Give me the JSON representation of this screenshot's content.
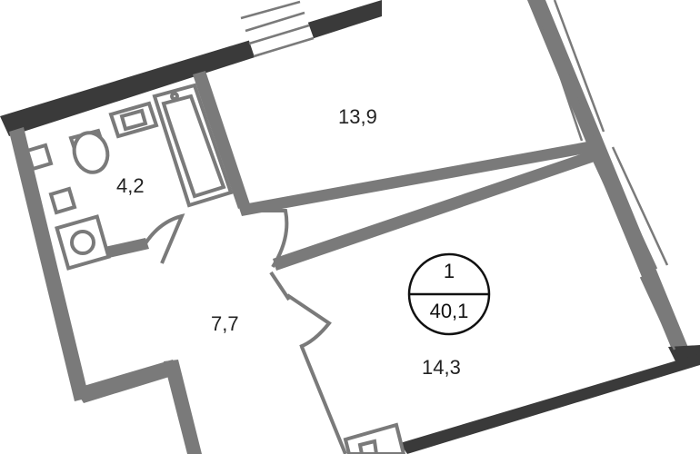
{
  "rooms": [
    {
      "id": "bathroom",
      "area": "4,2"
    },
    {
      "id": "kitchen",
      "area": "13,9"
    },
    {
      "id": "hall",
      "area": "7,7"
    },
    {
      "id": "living",
      "area": "14,3"
    }
  ],
  "apartment": {
    "rooms_count": "1",
    "total_area": "40,1"
  }
}
